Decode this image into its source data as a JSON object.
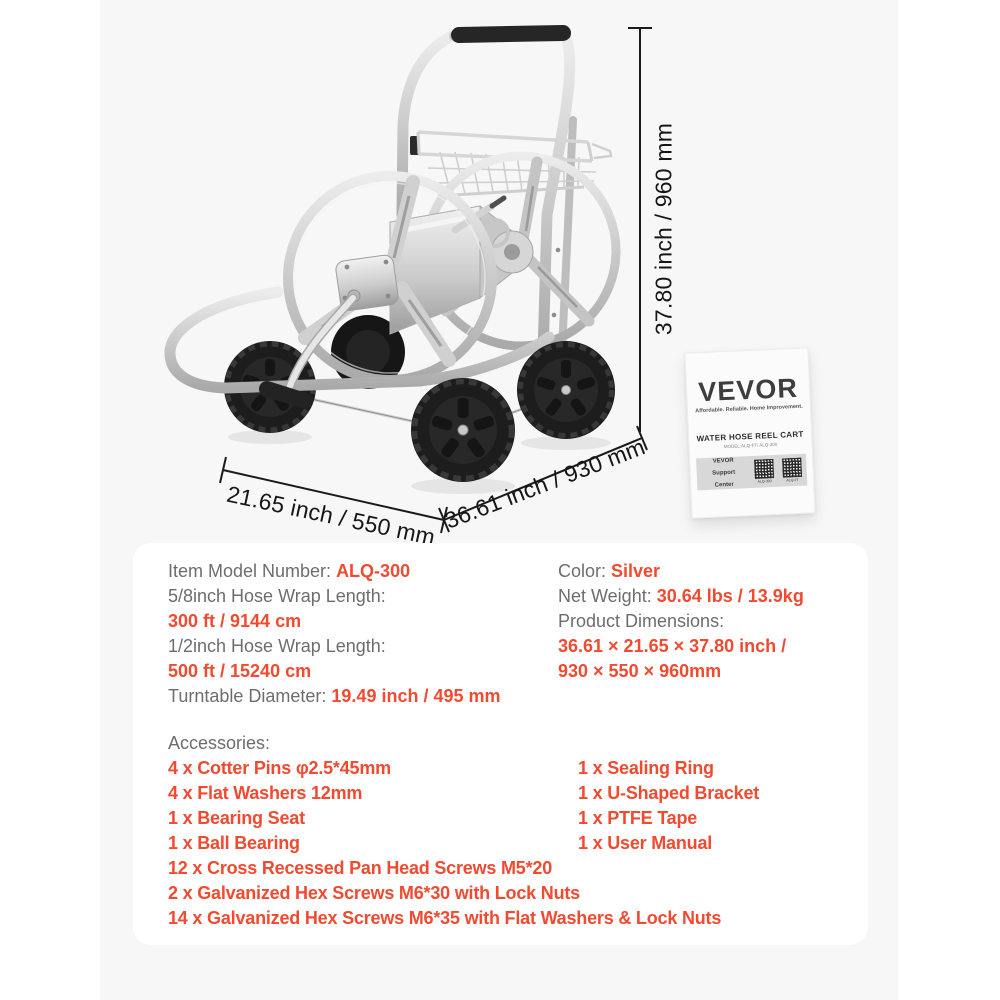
{
  "colors": {
    "accent_orange": "#f04a30",
    "label_gray": "#6d6d6d",
    "dimension_text": "#161616",
    "cart_silver": "#c9c9c9",
    "wheel_black": "#1d1d1d",
    "stage_bg": "#f7f7f7"
  },
  "dimension_labels": {
    "height": "37.80 inch / 960 mm",
    "depth": "21.65 inch / 550 mm",
    "width": "36.61 inch / 930 mm"
  },
  "manual_card": {
    "brand": "VEVOR",
    "tagline": "Affordable. Reliable. Home Improvement.",
    "product_title": "WATER HOSE REEL CART",
    "model_line": "MODEL:ALQ-FT/ ALQ-300",
    "support_line1": "VEVOR Support",
    "support_line2": "Center",
    "qr_labels": [
      "ALQ-300",
      "ALQ-FT"
    ]
  },
  "specs": {
    "left": [
      {
        "label": "Item Model Number: ",
        "value": "ALQ-300"
      },
      {
        "label": "5/8inch Hose Wrap Length:"
      },
      {
        "value": "300 ft / 9144 cm"
      },
      {
        "label": "1/2inch Hose Wrap Length:"
      },
      {
        "value": "500 ft / 15240 cm"
      },
      {
        "label": "Turntable Diameter: ",
        "value": "19.49 inch / 495 mm"
      }
    ],
    "right": [
      {
        "label": "Color: ",
        "value": "Silver"
      },
      {
        "label": "Net Weight: ",
        "value": "30.64 lbs / 13.9kg"
      },
      {
        "label": "Product Dimensions:"
      },
      {
        "value": "36.61 × 21.65 × 37.80 inch /"
      },
      {
        "value": "930 × 550 × 960mm"
      }
    ],
    "accessories_title": "Accessories:",
    "accessories_col1": [
      "4 x Cotter Pins φ2.5*45mm",
      "4 x Flat Washers 12mm",
      "1 x Bearing Seat",
      "1 x Ball Bearing"
    ],
    "accessories_col2": [
      "1 x Sealing Ring",
      "1 x U-Shaped Bracket",
      "1 x PTFE Tape",
      "1 x User Manual"
    ],
    "accessories_wide": [
      "12 x Cross Recessed Pan Head Screws M5*20",
      "2 x Galvanized Hex Screws M6*30 with Lock Nuts",
      "14 x Galvanized Hex Screws M6*35 with Flat Washers & Lock Nuts"
    ]
  }
}
